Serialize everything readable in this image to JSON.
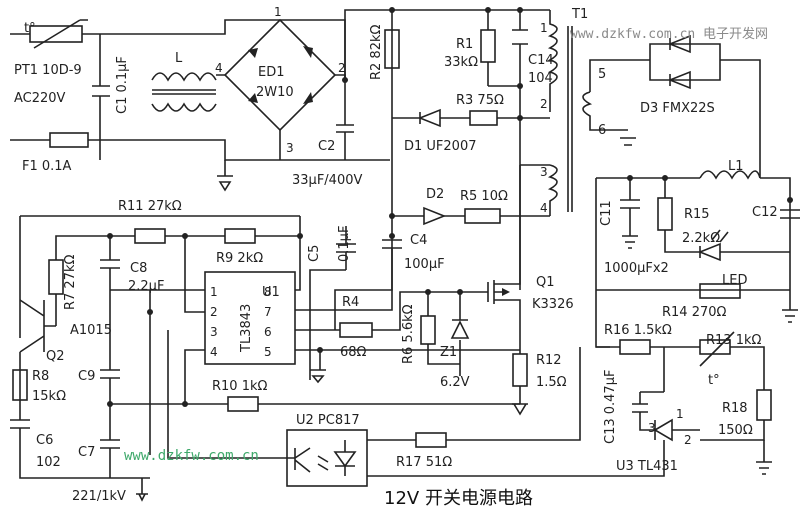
{
  "title": "12V 开关电源电路",
  "watermark_top": "www.dzkfw.com.cn 电子开发网",
  "watermark_bottom": "www.dzkfw.com.cn",
  "labels": {
    "pt1": "PT1  10D-9",
    "ac": "AC220V",
    "f1": "F1  0.1A",
    "c1": "C1  0.1μF",
    "l": "L",
    "ed1": "ED1",
    "ed1_part": "2W10",
    "n1": "1",
    "n2": "2",
    "n3": "3",
    "n4": "4",
    "c2": "C2",
    "c2_val": "33μF/400V",
    "r2": "R2  82kΩ",
    "r1": "R1",
    "r1_val": "33kΩ",
    "c14": "C14",
    "c14_val": "104",
    "t1": "T1",
    "t1_p1": "1",
    "t1_p2": "2",
    "t1_p3": "3",
    "t1_p4": "4",
    "t1_p5": "5",
    "t1_p6": "6",
    "r3": "R3  75Ω",
    "d1": "D1  UF2007",
    "d3": "D3  FMX22S",
    "d2": "D2",
    "r5": "R5  10Ω",
    "l1": "L1",
    "c11": "C11",
    "r15": "R15",
    "r15_val": "2.2kΩ",
    "c12": "C12",
    "led": "LED",
    "c11_val": "1000μFx2",
    "r11": "R11  27kΩ",
    "r7": "R7  27kΩ",
    "c8": "C8",
    "c8_val": "2.2μF",
    "r9": "R9  2kΩ",
    "c5": "C5",
    "c5_val": "0.1μF",
    "c4": "C4",
    "c4_val": "100μF",
    "u1": "U1",
    "u1_part": "TL3843",
    "pin1": "1",
    "pin2": "2",
    "pin3": "3",
    "pin4": "4",
    "pin5": "5",
    "pin6": "6",
    "pin7": "7",
    "pin8": "8",
    "r4": "R4",
    "r4_val": "68Ω",
    "q1": "Q1",
    "q1_part": "K3326",
    "r6": "R6  5.6kΩ",
    "z1": "Z1",
    "z1_val": "6.2V",
    "r12": "R12",
    "r12_val": "1.5Ω",
    "r14": "R14  270Ω",
    "q2": "Q2",
    "a1015": "A1015",
    "r8": "R8",
    "r8_val": "15kΩ",
    "c9": "C9",
    "r10": "R10  1kΩ",
    "c6": "C6",
    "c6_val": "102",
    "c7": "C7",
    "c6_rating": "221/1kV",
    "u2": "U2  PC817",
    "r17": "R17  51Ω",
    "r16": "R16  1.5kΩ",
    "r13": "R13  1kΩ",
    "c13": "C13  0.47μF",
    "r18": "R18",
    "r18_val": "150Ω",
    "u3": "U3  TL431",
    "u3_p1": "1",
    "u3_p2": "2",
    "u3_p3": "3",
    "tdeg": "t°"
  }
}
